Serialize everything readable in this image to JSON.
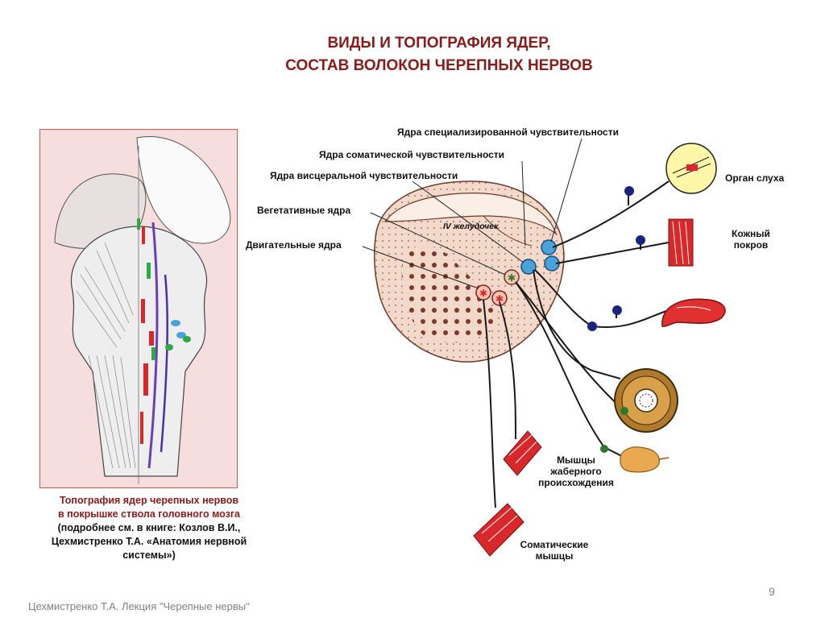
{
  "title": {
    "line1": "ВИДЫ  И  ТОПОГРАФИЯ ЯДЕР,",
    "line2": "СОСТАВ ВОЛОКОН  ЧЕРЕПНЫХ НЕРВОВ"
  },
  "left_caption": {
    "line1": "Топография ядер черепных нервов",
    "line2": "в покрышке ствола головного мозга",
    "line3": "(подробнее см. в книге: Козлов В.И.,",
    "line4": "Цехмистренко Т.А. «Анатомия нервной",
    "line5": "системы»)"
  },
  "labels": {
    "special_sens": "Ядра специализированной чувствительности",
    "somatic_sens": "Ядра соматической чувствительности",
    "visceral_sens": "Ядра висцеральной чувствительности",
    "vegetative": "Вегетативные ядра",
    "motor": "Двигательные ядра",
    "ventricle": "IV желудочек",
    "hearing": "Орган слуха",
    "skin_1": "Кожный",
    "skin_2": "покров",
    "gill_1": "Мышцы",
    "gill_2": "жаберного",
    "gill_3": "происхождения",
    "somatic_1": "Соматические",
    "somatic_2": "мышцы"
  },
  "footer": "Цехмистренко Т.А. Лекция \"Черепные нервы\"",
  "page_number": "9",
  "colors": {
    "title": "#8b1a1a",
    "panel_border": "#d9534f",
    "panel_bg": "#f7dede",
    "tissue": "#f3d9c9",
    "nucleus_blue": "#4aa3d8",
    "ganglion": "#1a237e",
    "muscle": "#d8282b",
    "hearing_organ": "#fff7a8",
    "gland": "#e8a951"
  },
  "icons": [
    "brainstem-illustration",
    "nerve-diagram",
    "ear-organ-icon",
    "skin-icon",
    "tongue-icon",
    "eye-icon",
    "gland-icon",
    "muscle-icon"
  ]
}
